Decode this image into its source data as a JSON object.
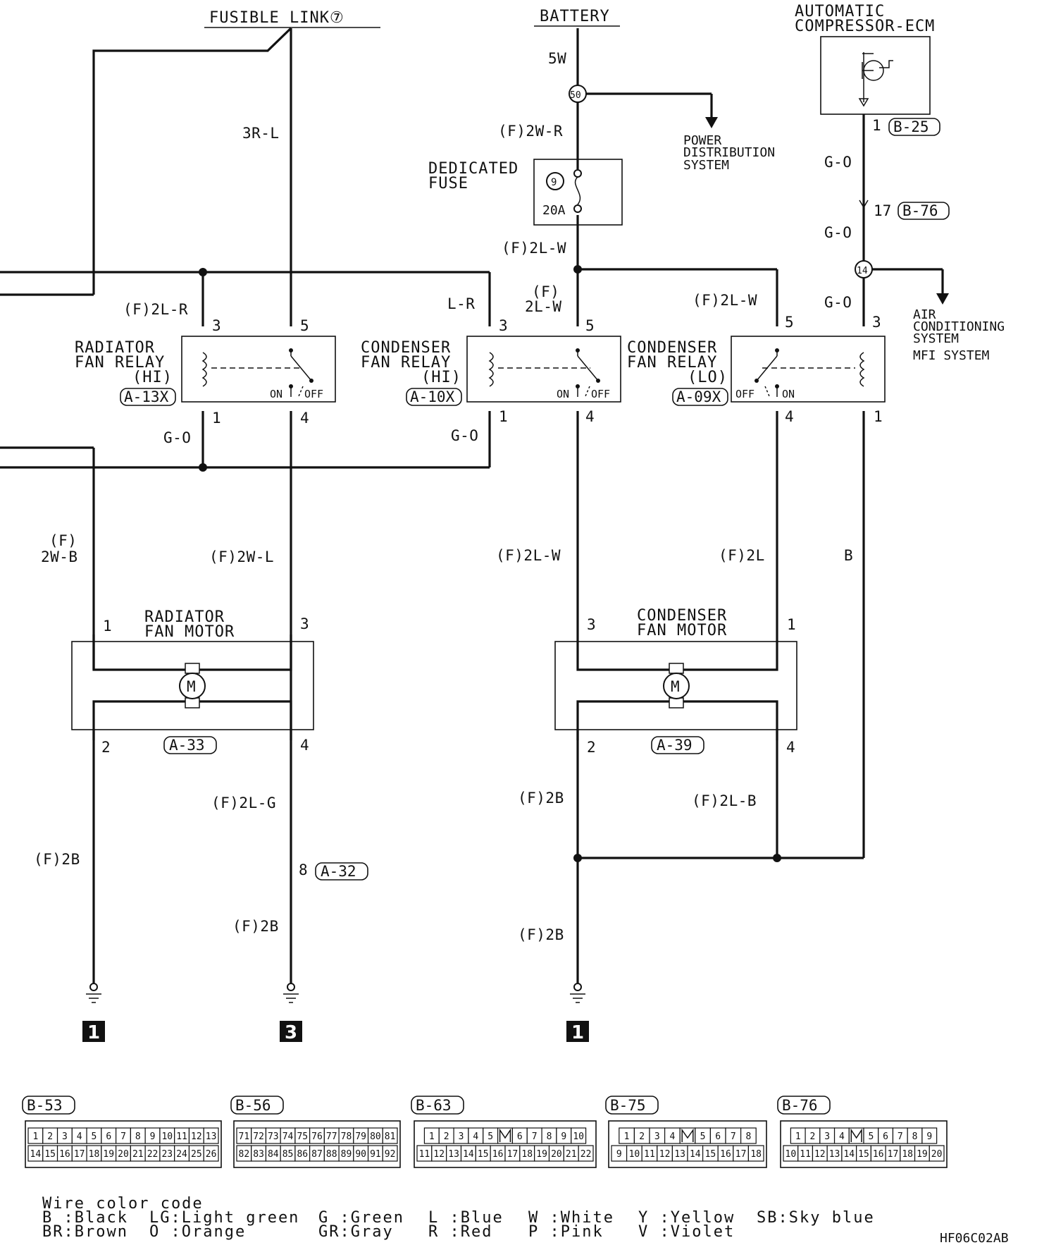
{
  "header": {
    "fusible_link": "FUSIBLE LINK⑦",
    "battery": "BATTERY",
    "ecm_line1": "AUTOMATIC",
    "ecm_line2": "COMPRESSOR-ECM"
  },
  "top_wires": {
    "battery_wire": "5W",
    "junction_50": "50",
    "fusible_wire": "3R-L",
    "battery_after_junction": "(F)2W-R",
    "pds_line1": "POWER",
    "pds_line2": "DISTRIBUTION",
    "pds_line3": "SYSTEM",
    "fuse_line1": "DEDICATED",
    "fuse_line2": "FUSE",
    "fuse_number": "9",
    "fuse_rating": "20A",
    "fuse_out": "(F)2L-W",
    "ecm_pin": "1",
    "ecm_connector": "B-25",
    "ecm_wire1": "G-O",
    "ecm_pin17": "17",
    "ecm_connector2": "B-76",
    "ecm_wire2": "G-O",
    "junction_14": "14",
    "ecm_wire3": "G-O",
    "ac_line1": "AIR",
    "ac_line2": "CONDITIONING",
    "ac_line3": "SYSTEM",
    "mfi": "MFI SYSTEM"
  },
  "relays": {
    "rad_hi": {
      "line1": "RADIATOR",
      "line2": "FAN RELAY",
      "line3": "(HI)",
      "connector": "A-13X",
      "wire_in": "(F)2L-R",
      "pin3": "3",
      "pin5": "5",
      "pin1": "1",
      "pin4": "4",
      "on": "ON",
      "off": "OFF",
      "wire_gnd": "G-O"
    },
    "cond_hi": {
      "line1": "CONDENSER",
      "line2": "FAN RELAY",
      "line3": "(HI)",
      "connector": "A-10X",
      "wire_in": "L-R",
      "wire_5a": "(F)",
      "wire_5b": "2L-W",
      "pin3": "3",
      "pin5": "5",
      "pin1": "1",
      "pin4": "4",
      "on": "ON",
      "off": "OFF",
      "wire_gnd": "G-O"
    },
    "cond_lo": {
      "line1": "CONDENSER",
      "line2": "FAN RELAY",
      "line3": "(LO)",
      "connector": "A-09X",
      "wire_in": "(F)2L-W",
      "pin5": "5",
      "pin3": "3",
      "pin4": "4",
      "pin1": "1",
      "on": "ON",
      "off": "OFF"
    }
  },
  "motors": {
    "radiator": {
      "line1": "RADIATOR",
      "line2": "FAN MOTOR",
      "connector": "A-33",
      "pin1": "1",
      "pin3": "3",
      "pin2": "2",
      "pin4": "4",
      "wire_pin1a": "(F)",
      "wire_pin1b": "2W-B",
      "wire_pin3": "(F)2W-L",
      "motor": "M"
    },
    "condenser": {
      "line1": "CONDENSER",
      "line2": "FAN MOTOR",
      "connector": "A-39",
      "pin3": "3",
      "pin1": "1",
      "pin2": "2",
      "pin4": "4",
      "wire_pin3": "(F)2L-W",
      "wire_pin1": "(F)2L",
      "wire_b": "B",
      "motor": "M"
    }
  },
  "lower": {
    "rad_pin4_wire": "(F)2L-G",
    "a32_pin": "8",
    "a32": "A-32",
    "rad_left_gnd_wire": "(F)2B",
    "rad_right_gnd_wire": "(F)2B",
    "cond_pin2_wire": "(F)2B",
    "cond_pin4_wire": "(F)2L-B",
    "cond_gnd_wire": "(F)2B",
    "ground1": "1",
    "ground3": "3",
    "ground1b": "1"
  },
  "connectors": [
    {
      "name": "B-53",
      "row1": [
        "1",
        "2",
        "3",
        "4",
        "5",
        "6",
        "7",
        "8",
        "9",
        "10",
        "11",
        "12",
        "13"
      ],
      "row2": [
        "14",
        "15",
        "16",
        "17",
        "18",
        "19",
        "20",
        "21",
        "22",
        "23",
        "24",
        "25",
        "26"
      ]
    },
    {
      "name": "B-56",
      "row1": [
        "71",
        "72",
        "73",
        "74",
        "75",
        "76",
        "77",
        "78",
        "79",
        "80",
        "81"
      ],
      "row2": [
        "82",
        "83",
        "84",
        "85",
        "86",
        "87",
        "88",
        "89",
        "90",
        "91",
        "92"
      ]
    },
    {
      "name": "B-63",
      "row1": [
        "1",
        "2",
        "3",
        "4",
        "5",
        "",
        "6",
        "7",
        "8",
        "9",
        "10"
      ],
      "row2": [
        "11",
        "12",
        "13",
        "14",
        "15",
        "16",
        "17",
        "18",
        "19",
        "20",
        "21",
        "22"
      ]
    },
    {
      "name": "B-75",
      "row1": [
        "1",
        "2",
        "3",
        "4",
        "",
        "5",
        "6",
        "7",
        "8"
      ],
      "row2": [
        "9",
        "10",
        "11",
        "12",
        "13",
        "14",
        "15",
        "16",
        "17",
        "18"
      ]
    },
    {
      "name": "B-76",
      "row1": [
        "1",
        "2",
        "3",
        "4",
        "",
        "5",
        "6",
        "7",
        "8",
        "9"
      ],
      "row2": [
        "10",
        "11",
        "12",
        "13",
        "14",
        "15",
        "16",
        "17",
        "18",
        "19",
        "20"
      ]
    }
  ],
  "legend": {
    "title": "Wire color code",
    "items": [
      "B :Black",
      "BR:Brown",
      "LG:Light green",
      "O :Orange",
      "G :Green",
      "GR:Gray",
      "L :Blue",
      "R :Red",
      "W :White",
      "P :Pink",
      "Y :Yellow",
      "V :Violet",
      "SB:Sky blue"
    ]
  },
  "code": "HF06C02AB"
}
